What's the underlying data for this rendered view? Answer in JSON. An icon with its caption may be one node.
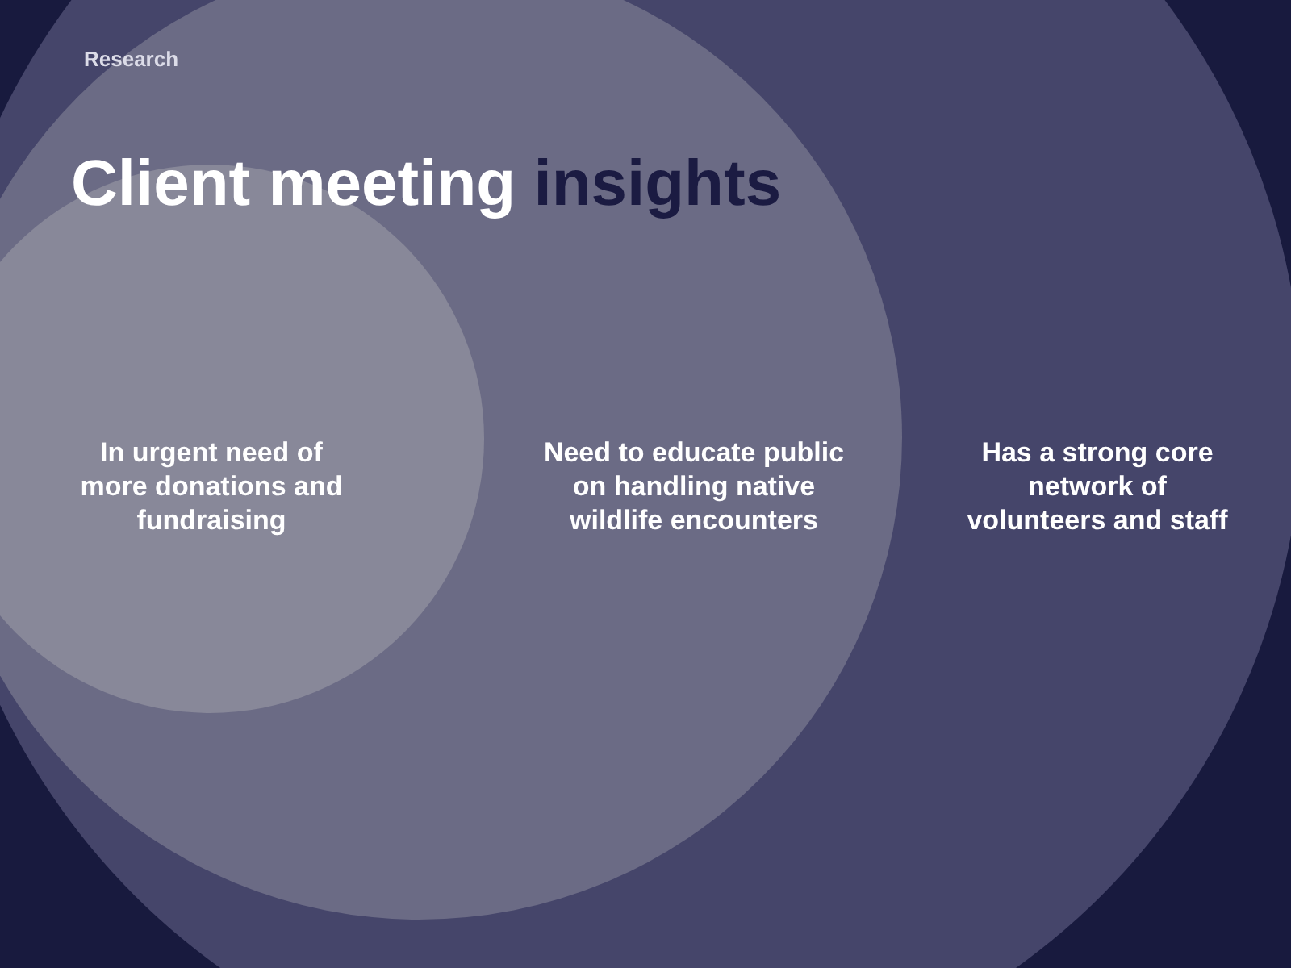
{
  "diagram": {
    "title": "Client meeting insights",
    "nodes": [
      {
        "text": [
          "Has a strong core network of volunteers and staff"
        ]
      },
      {
        "text": [
          "Need to educate public on handling native wildlife encounters"
        ],
        "in": 0
      },
      {
        "text": [
          "In urgent need of more donations and fundraising"
        ],
        "in": 1
      }
    ],
    "labels": [
      "Research"
    ]
  }
}
